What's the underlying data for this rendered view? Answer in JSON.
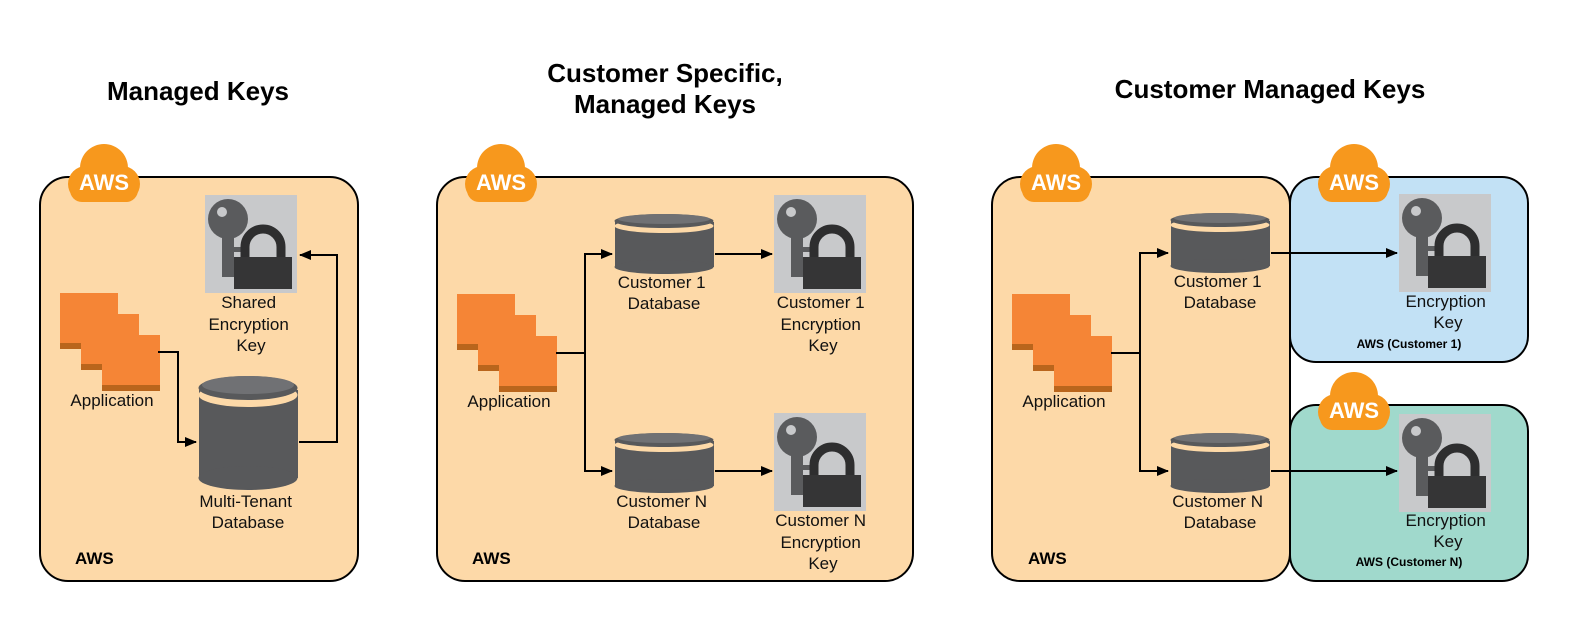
{
  "titles": {
    "managed_keys": "Managed Keys",
    "customer_specific_line1": "Customer Specific,",
    "customer_specific_line2": "Managed Keys",
    "customer_managed_keys": "Customer Managed Keys"
  },
  "badge_text": "AWS",
  "panel_label": "AWS",
  "panel1": {
    "shared_key_lines": [
      "Shared",
      "Encryption",
      "Key"
    ],
    "application": "Application",
    "database_lines": [
      "Multi-Tenant",
      "Database"
    ]
  },
  "panel2": {
    "application": "Application",
    "db1_lines": [
      "Customer 1",
      "Database"
    ],
    "dbN_lines": [
      "Customer N",
      "Database"
    ],
    "key1_lines": [
      "Customer 1",
      "Encryption",
      "Key"
    ],
    "keyN_lines": [
      "Customer N",
      "Encryption",
      "Key"
    ]
  },
  "panel3": {
    "application": "Application",
    "db1_lines": [
      "Customer 1",
      "Database"
    ],
    "dbN_lines": [
      "Customer N",
      "Database"
    ],
    "key_lines": [
      "Encryption",
      "Key"
    ],
    "customer1_account": "AWS (Customer 1)",
    "customerN_account": "AWS (Customer N)"
  },
  "colors": {
    "aws_panel": "#fdd9a8",
    "customer1_panel": "#c2e1f5",
    "customerN_panel": "#a0d9cc",
    "aws_orange": "#f7981d",
    "app_orange": "#f58536",
    "db_gray": "#58595b",
    "key_tile": "#c8c9cb"
  }
}
